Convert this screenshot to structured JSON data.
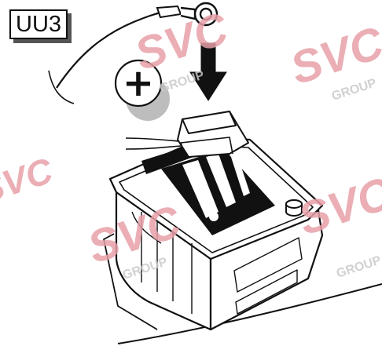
{
  "figure": {
    "label": "UU3",
    "polarity_symbol": "+",
    "icon": "battery-terminal-connection"
  },
  "watermark": {
    "brand": "SVC",
    "sub": "GROUP",
    "color": "#e8a0a8"
  },
  "colors": {
    "line": "#111111",
    "shadow": "#bdbdbd"
  }
}
